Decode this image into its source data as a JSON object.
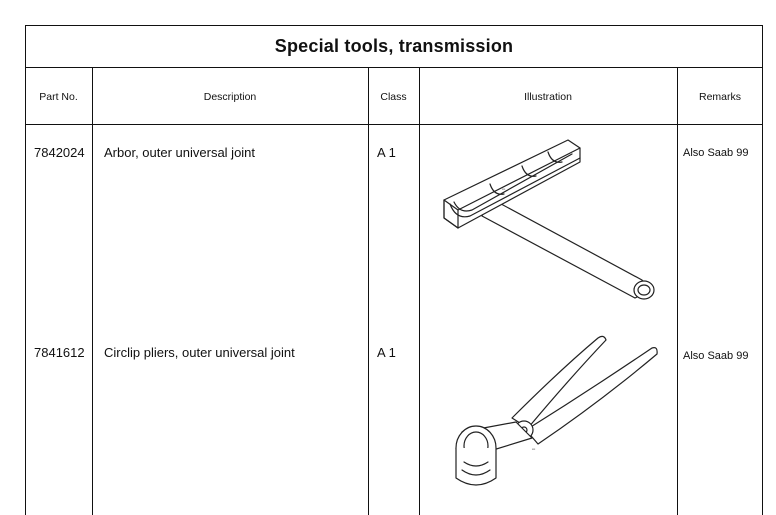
{
  "title": "Special tools, transmission",
  "columns": {
    "part_no": "Part No.",
    "description": "Description",
    "class": "Class",
    "illustration": "Illustration",
    "remarks": "Remarks"
  },
  "rows": [
    {
      "part_no": "7842024",
      "description": "Arbor, outer universal joint",
      "class": "A 1",
      "remarks": "Also Saab 99",
      "illustration_icon": "arbor-tool-drawing"
    },
    {
      "part_no": "7841612",
      "description": "Circlip pliers, outer universal joint",
      "class": "A 1",
      "remarks": "Also Saab 99",
      "illustration_icon": "circlip-pliers-drawing"
    }
  ]
}
